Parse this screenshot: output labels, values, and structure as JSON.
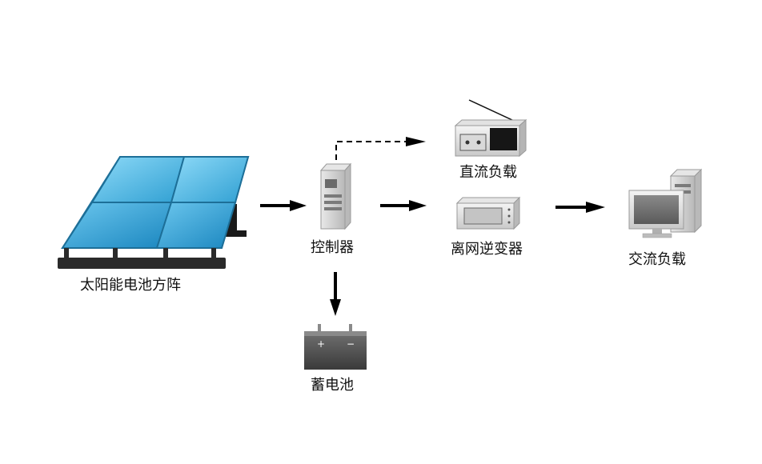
{
  "nodes": {
    "solar_array": {
      "label": "太阳能电池方阵",
      "icon": "solar-panel-icon"
    },
    "controller": {
      "label": "控制器",
      "icon": "controller-icon"
    },
    "battery": {
      "label": "蓄电池",
      "icon": "battery-icon",
      "plus": "+",
      "minus": "−"
    },
    "dc_load": {
      "label": "直流负载",
      "icon": "radio-icon"
    },
    "inverter": {
      "label": "离网逆变器",
      "icon": "inverter-icon"
    },
    "ac_load": {
      "label": "交流负载",
      "icon": "computer-icon"
    }
  },
  "edges": [
    {
      "from": "太阳能电池方阵",
      "to": "控制器",
      "style": "solid"
    },
    {
      "from": "控制器",
      "to": "直流负载",
      "style": "dashed"
    },
    {
      "from": "控制器",
      "to": "离网逆变器",
      "style": "solid"
    },
    {
      "from": "控制器",
      "to": "蓄电池",
      "style": "solid"
    },
    {
      "from": "离网逆变器",
      "to": "交流负载",
      "style": "solid"
    }
  ],
  "colors": {
    "panel_light": "#7fd3f5",
    "panel_dark": "#1e8bc3",
    "frame": "#2a2a2a",
    "arrow": "#000000"
  }
}
